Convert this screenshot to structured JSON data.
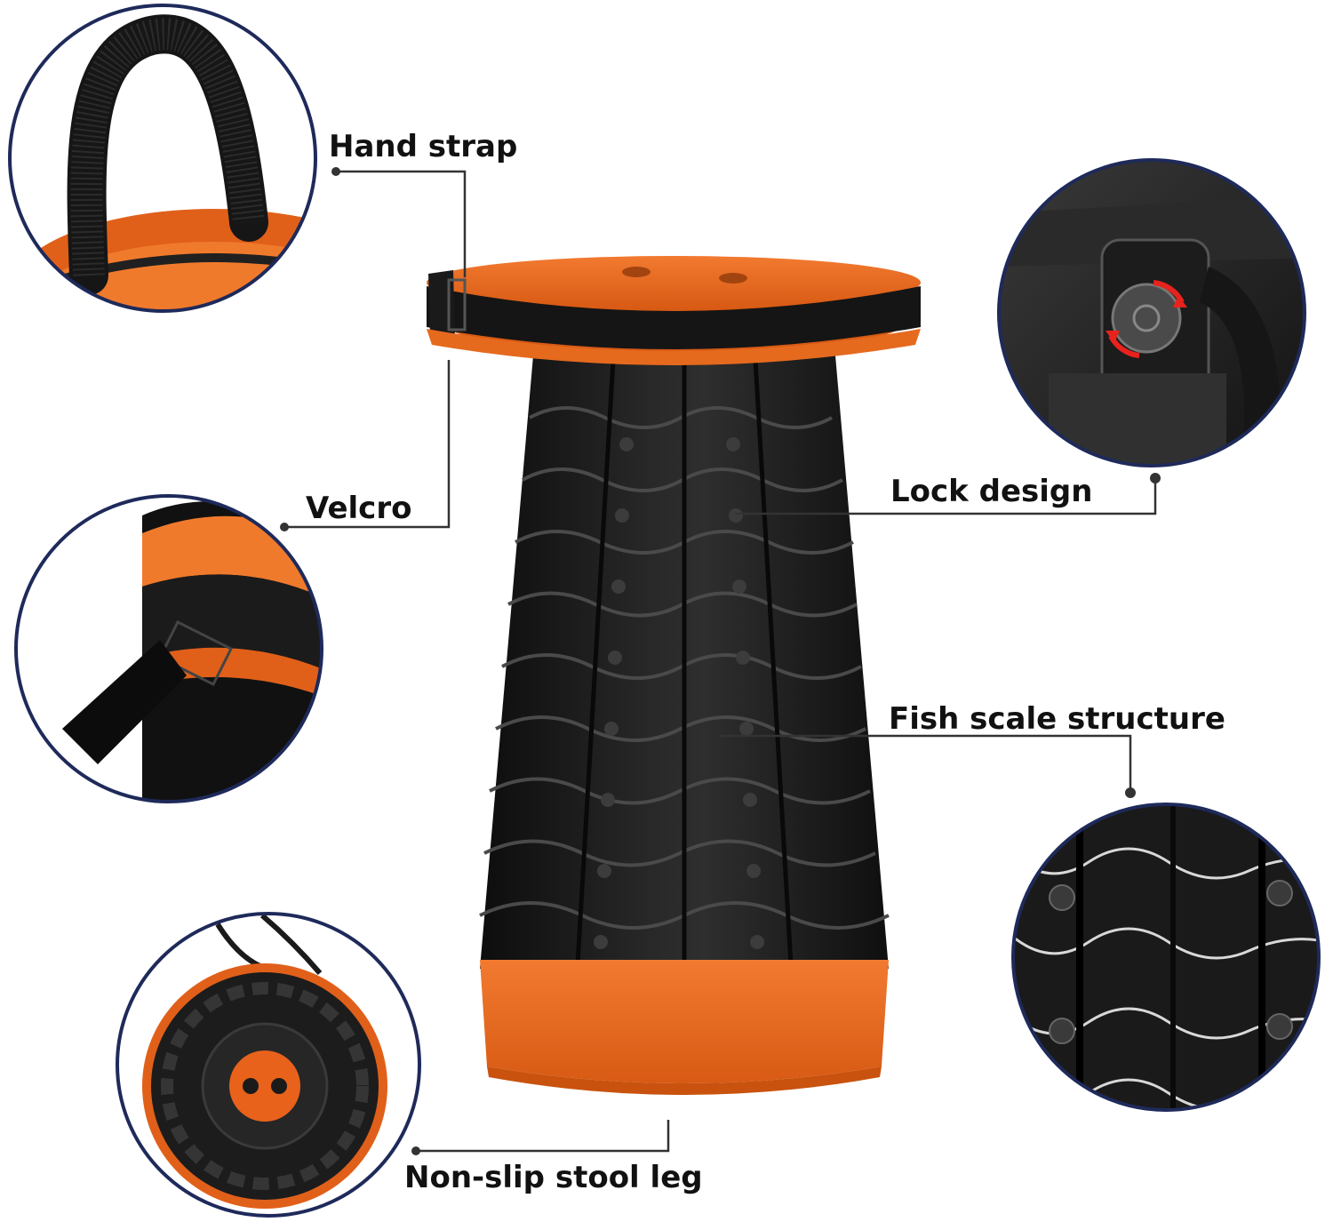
{
  "callouts": {
    "hand_strap": "Hand strap",
    "velcro": "Velcro",
    "lock_design": "Lock design",
    "fish_scale": "Fish scale structure",
    "non_slip_leg": "Non-slip stool leg"
  },
  "colors": {
    "accent_orange": "#f06a1e",
    "stool_black": "#1e1e1e",
    "circle_border": "#1e2a5a",
    "leader_line": "#333333"
  }
}
